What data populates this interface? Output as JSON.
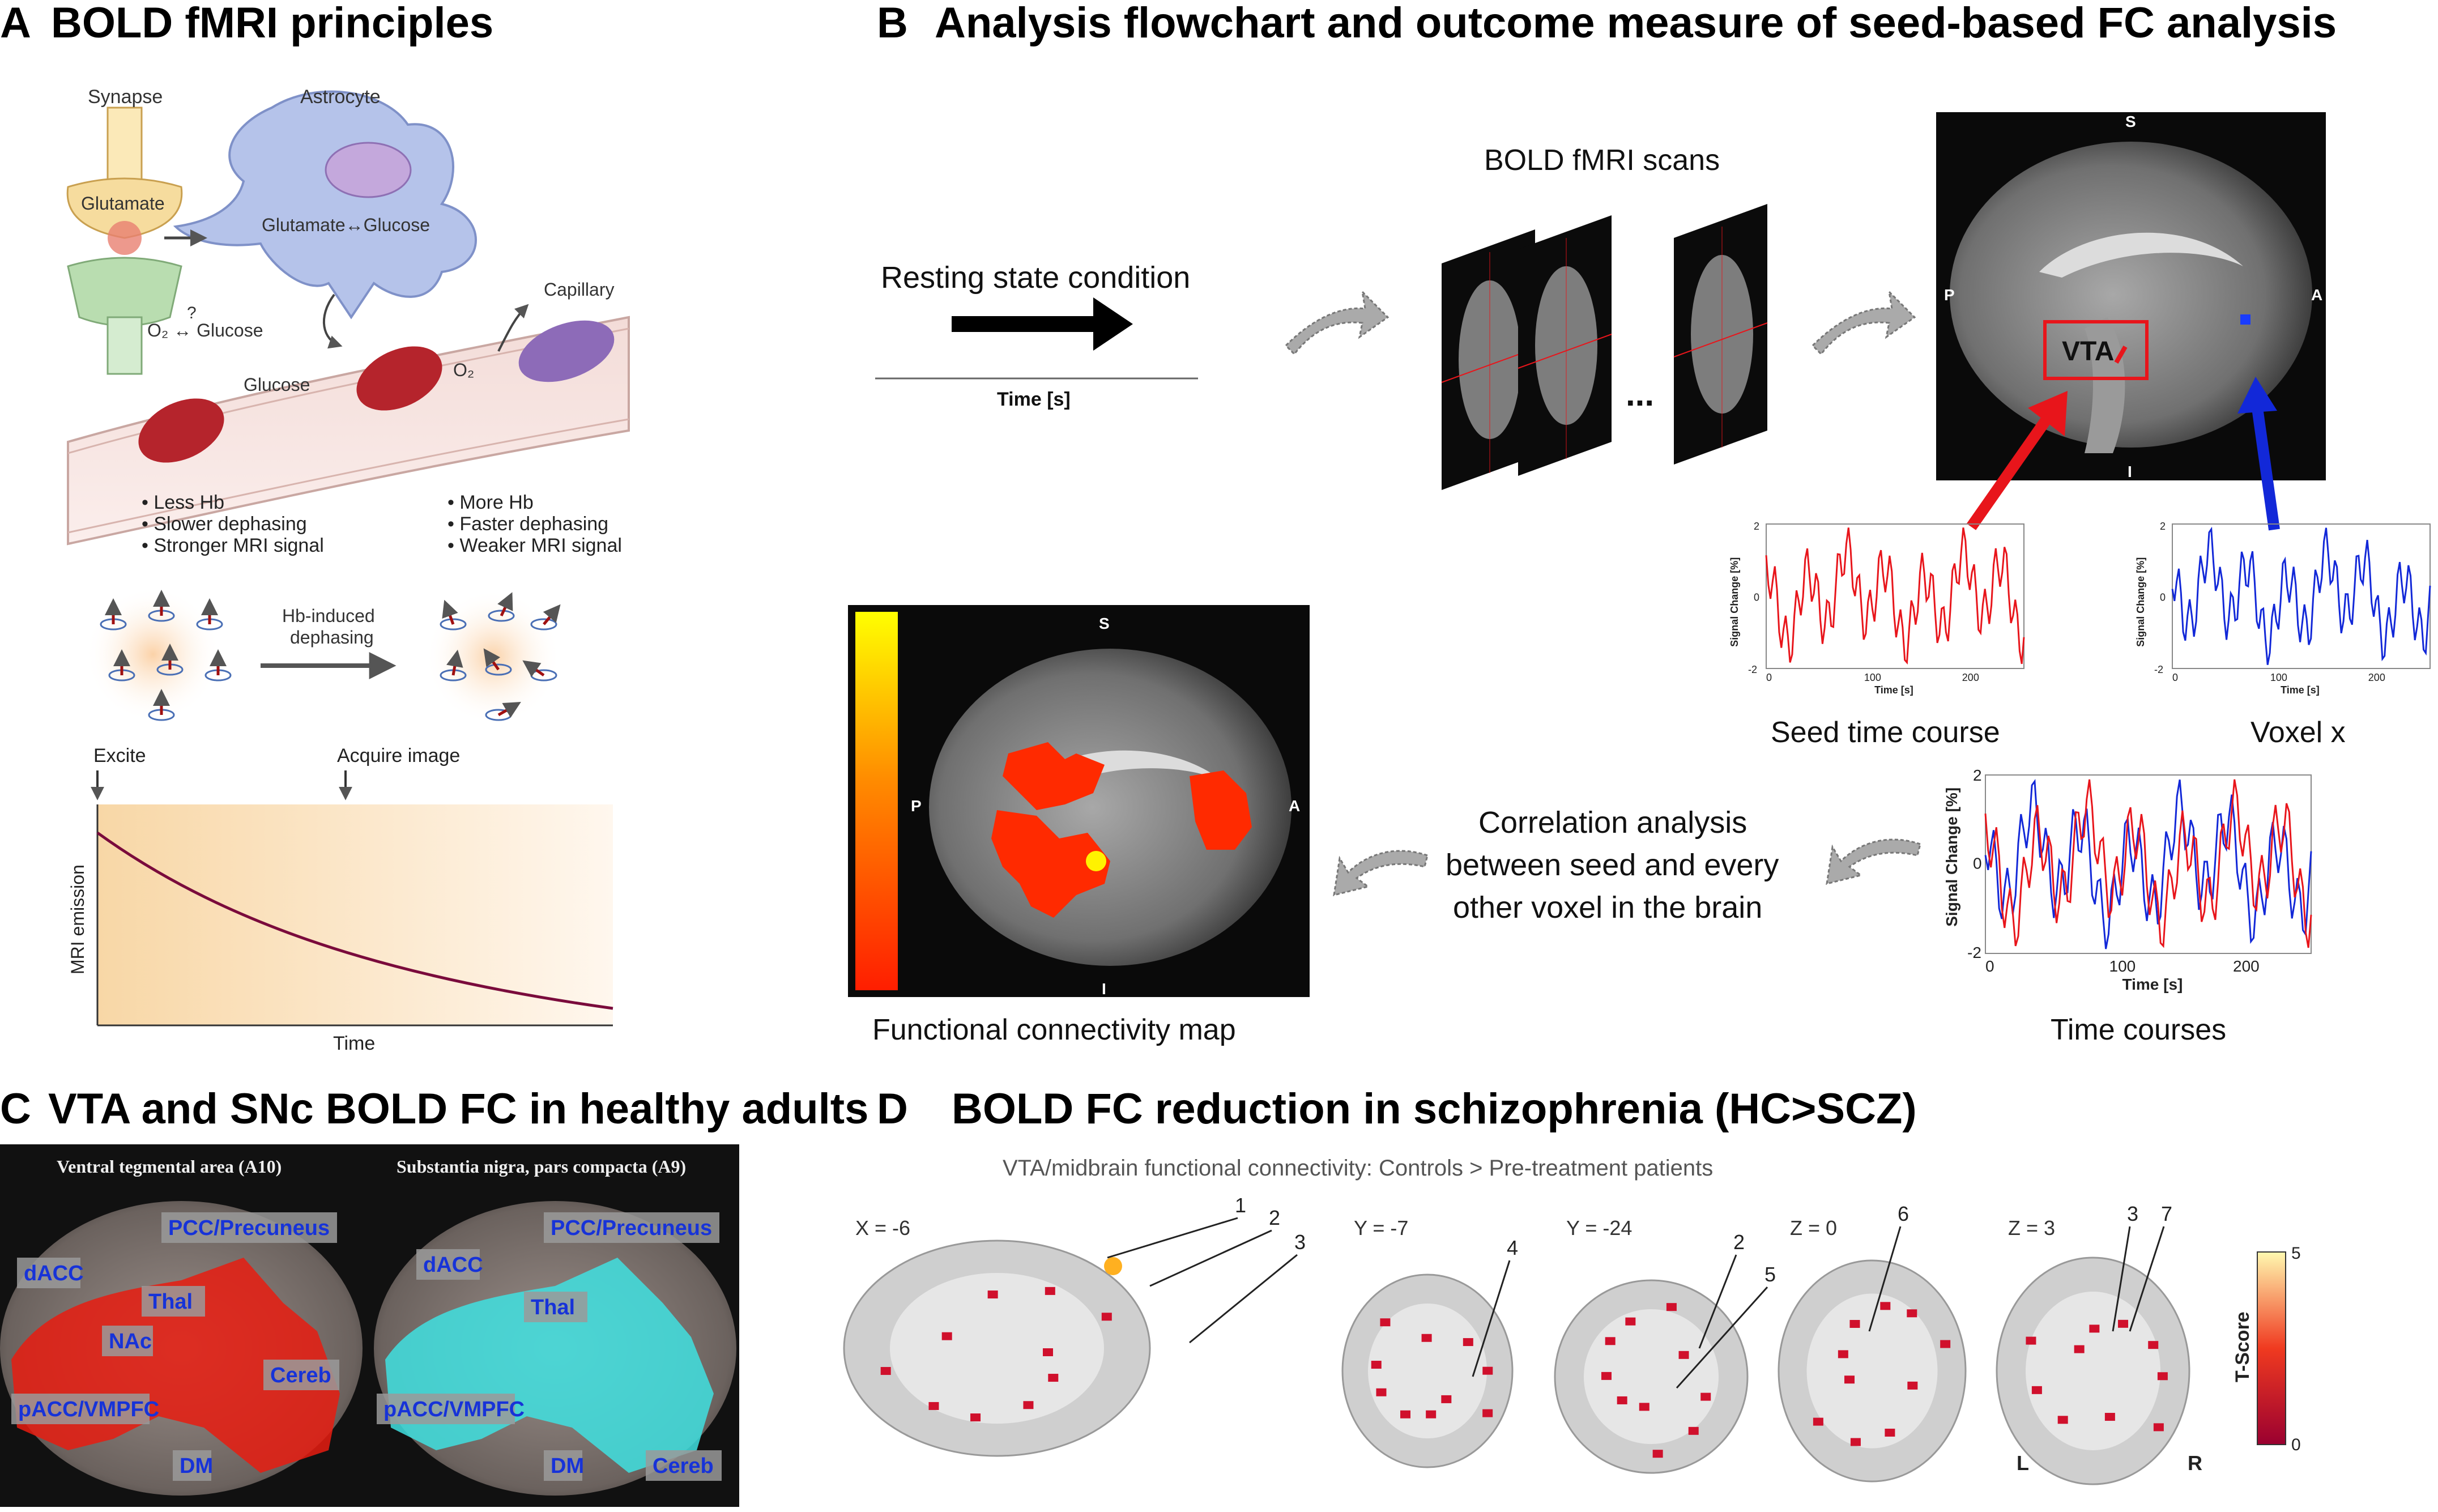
{
  "panels": {
    "A": {
      "letter": "A",
      "title": "BOLD fMRI principles",
      "labels": {
        "synapse": "Synapse",
        "astrocyte": "Astrocyte",
        "glutamate": "Glutamate",
        "glut_gluc": "Glutamate↔Glucose",
        "capillary": "Capillary",
        "o2_gluc": "O₂ ↔ Glucose",
        "question": "?",
        "glucose": "Glucose",
        "o2": "O₂",
        "left_list": [
          "• Less Hb",
          "• Slower dephasing",
          "• Stronger MRI signal"
        ],
        "right_list": [
          "• More Hb",
          "• Faster dephasing",
          "• Weaker MRI signal"
        ],
        "hb_induced": "Hb-induced",
        "dephasing": "dephasing",
        "excite": "Excite",
        "acquire": "Acquire image",
        "y_axis": "MRI emission",
        "x_axis": "Time"
      }
    },
    "B": {
      "letter": "B",
      "title": "Analysis flowchart and outcome measure of seed-based FC analysis",
      "labels": {
        "resting": "Resting state condition",
        "time_s": "Time [s]",
        "bold_scans": "BOLD fMRI scans",
        "ellipsis": "...",
        "S": "S",
        "P": "P",
        "A": "A",
        "I": "I",
        "vta": "VTA",
        "seed_tc": "Seed time course",
        "voxel_x": "Voxel x",
        "corr1": "Correlation analysis",
        "corr2": "between seed and every",
        "corr3": "other voxel in the brain",
        "fc_map": "Functional connectivity map",
        "time_courses": "Time courses",
        "sig_change": "Signal Change [%]",
        "t2": "2",
        "t0": "0",
        "tm2": "-2",
        "x0": "0",
        "x100": "100",
        "x200": "200"
      }
    },
    "C": {
      "letter": "C",
      "title": "VTA and SNc BOLD FC in healthy adults",
      "left_header": "Ventral tegmental area (A10)",
      "right_header": "Substantia nigra, pars compacta (A9)",
      "left_labels": [
        "PCC/Precuneus",
        "dACC",
        "Thal",
        "NAc",
        "Cereb",
        "pACC/VMPFC",
        "DM"
      ],
      "right_labels": [
        "PCC/Precuneus",
        "dACC",
        "Thal",
        "pACC/VMPFC",
        "DM",
        "Cereb"
      ]
    },
    "D": {
      "letter": "D",
      "title": "BOLD FC reduction in schizophrenia (HC>SCZ)",
      "subtitle": "VTA/midbrain functional connectivity: Controls > Pre-treatment patients",
      "slices": [
        "X = -6",
        "Y = -7",
        "Y = -24",
        "Z = 0",
        "Z = 3"
      ],
      "numbers": [
        "1",
        "2",
        "3",
        "4",
        "2",
        "5",
        "6",
        "3",
        "7"
      ],
      "L": "L",
      "R": "R",
      "cbar_label": "T-Score",
      "cbar_max": "5",
      "cbar_min": "0"
    }
  },
  "colors": {
    "seed_red": "#e8151b",
    "voxel_blue": "#1228d8",
    "fc_red": "#ff2a00",
    "fc_yellow": "#fff200",
    "cyan": "#3fe0e0"
  }
}
